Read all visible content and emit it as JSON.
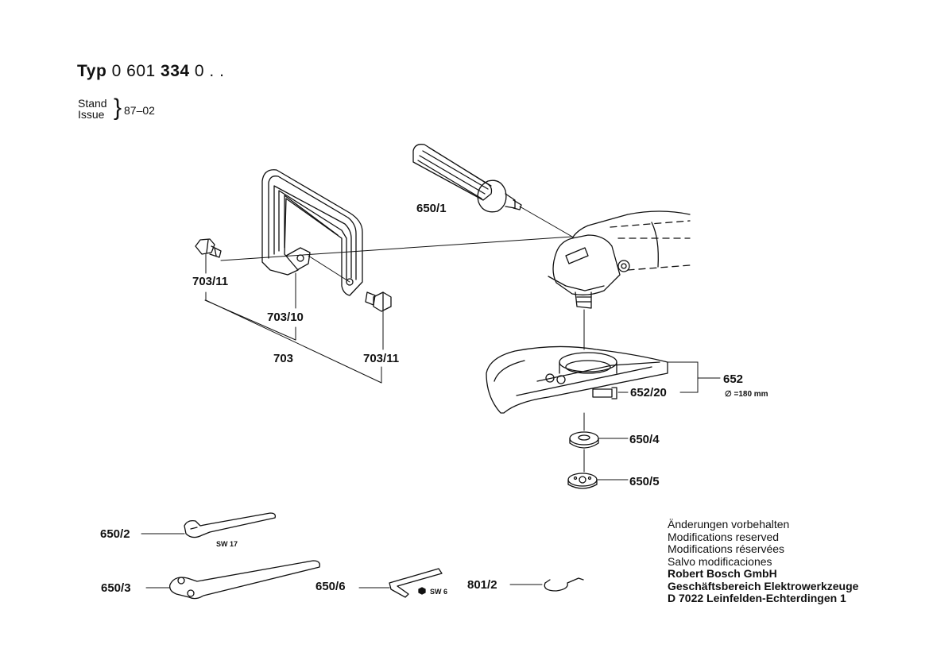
{
  "header": {
    "typ_label": "Typ",
    "typ_num_a": "0 601",
    "typ_num_b": "334",
    "typ_num_c": "0 . .",
    "stand": "Stand",
    "issue": "Issue",
    "date": "87–02"
  },
  "parts": {
    "p650_1": "650/1",
    "p703_11_left": "703/11",
    "p703_10": "703/10",
    "p703": "703",
    "p703_11_right": "703/11",
    "p652": "652",
    "p652_size": "∅ =180 mm",
    "p652_20": "652/20",
    "p650_4": "650/4",
    "p650_5": "650/5",
    "p650_2": "650/2",
    "sw17": "SW 17",
    "p650_3": "650/3",
    "p650_6": "650/6",
    "sw6": "SW 6",
    "p801_2": "801/2"
  },
  "notice": {
    "line1": "Änderungen vorbehalten",
    "line2": "Modifications reserved",
    "line3": "Modifications réservées",
    "line4": "Salvo modificaciones",
    "line5": "Robert Bosch GmbH",
    "line6": "Geschäftsbereich Elektrowerkzeuge",
    "line7": "D 7022 Leinfelden-Echterdingen 1"
  }
}
